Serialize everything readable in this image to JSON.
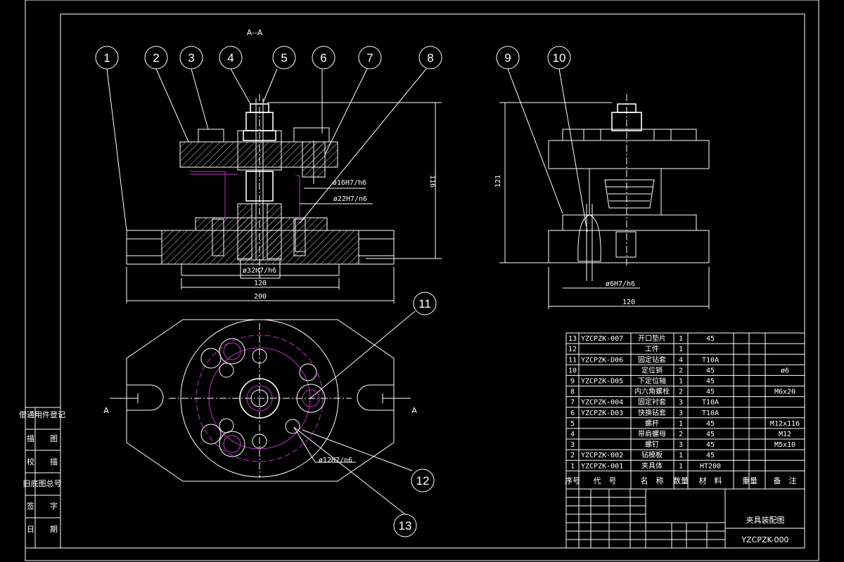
{
  "section_label": "A--A",
  "balloons": [
    "1",
    "2",
    "3",
    "4",
    "5",
    "6",
    "7",
    "8",
    "9",
    "10",
    "11",
    "12",
    "13"
  ],
  "dims": {
    "d16": "ø16H7/h6",
    "d22": "ø22H7/n6",
    "d32": "ø32H7/h6",
    "d12": "ø12H7/n6",
    "d6": "ø6H7/h6",
    "w120": "120",
    "w200": "200",
    "h116": "116",
    "h121": "121",
    "w120b": "120"
  },
  "section_marks": [
    "A",
    "A"
  ],
  "side_labels": [
    "借通用件登记",
    "描　　图",
    "校　　描",
    "旧底图总号",
    "签　　字",
    "日　　期"
  ],
  "bom": [
    {
      "no": "13",
      "code": "YZCPZK-007",
      "name": "开口垫片",
      "qty": "1",
      "mat": "45",
      "note": ""
    },
    {
      "no": "12",
      "code": "",
      "name": "工件",
      "qty": "1",
      "mat": "",
      "note": ""
    },
    {
      "no": "11",
      "code": "YZCPZK-D06",
      "name": "固定钻套",
      "qty": "4",
      "mat": "T10A",
      "note": ""
    },
    {
      "no": "10",
      "code": "",
      "name": "定位销",
      "qty": "2",
      "mat": "45",
      "note": "ø6"
    },
    {
      "no": "9",
      "code": "YZCPZK-D05",
      "name": "下定位轴",
      "qty": "1",
      "mat": "45",
      "note": ""
    },
    {
      "no": "8",
      "code": "",
      "name": "内六角螺栓",
      "qty": "2",
      "mat": "45",
      "note": "M6x20"
    },
    {
      "no": "7",
      "code": "YZCPZK-004",
      "name": "固定衬套",
      "qty": "3",
      "mat": "T10A",
      "note": ""
    },
    {
      "no": "6",
      "code": "YZCPZK-D03",
      "name": "快换钻套",
      "qty": "3",
      "mat": "T10A",
      "note": ""
    },
    {
      "no": "5",
      "code": "",
      "name": "螺杆",
      "qty": "1",
      "mat": "45",
      "note": "M12x116"
    },
    {
      "no": "4",
      "code": "",
      "name": "带肩螺母",
      "qty": "2",
      "mat": "45",
      "note": "M12"
    },
    {
      "no": "3",
      "code": "",
      "name": "螺钉",
      "qty": "3",
      "mat": "45",
      "note": "M5x10"
    },
    {
      "no": "2",
      "code": "YZCPZK-002",
      "name": "钻模板",
      "qty": "1",
      "mat": "45",
      "note": ""
    },
    {
      "no": "1",
      "code": "YZCPZK-001",
      "name": "夹具体",
      "qty": "1",
      "mat": "HT200",
      "note": ""
    }
  ],
  "bom_header": {
    "no": "序号",
    "code": "代　号",
    "name": "名　称",
    "qty": "数量",
    "mat": "材　料",
    "weight": "重量",
    "note": "备　注"
  },
  "title_block": {
    "drawing_name": "夹具装配图",
    "drawing_code": "YZCPZK-000"
  }
}
